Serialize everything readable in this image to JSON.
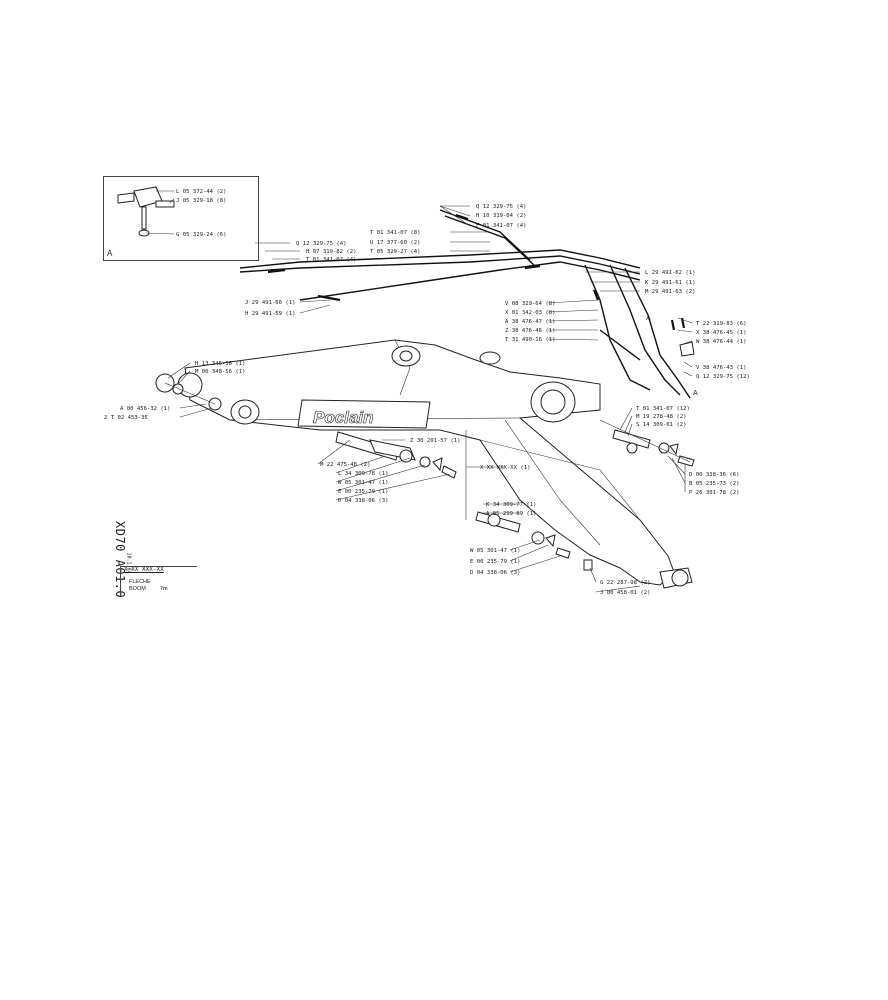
{
  "brand": "Poclain",
  "inset": {
    "mark": "A",
    "labels": [
      "L 05 372-44 (2)",
      "J 05 329-18 (8)",
      "G 05 329-24 (6)"
    ]
  },
  "title_block": {
    "code": "XD70 A01.0",
    "date": "10.1.84",
    "ref": "X XX XXX-XX",
    "name_fr": "FLECHE",
    "name_en": "BOOM",
    "size": "7m"
  },
  "callouts": {
    "hose_top": [
      "Q 12 329-75 (4)",
      "H 10 319-04 (2)",
      "F 01 341-07 (4)"
    ],
    "hose_mid": [
      "T 01 341-07 (8)",
      "U 17 377-60 (2)",
      "T 05 329-27 (4)"
    ],
    "hose_left": [
      "Q 12 329-75 (4)",
      "H 07 319-82 (2)",
      "T 01 341-07 (4)"
    ],
    "hose_pipes": [
      "J 29 491-60 (1)",
      "H 29 491-59 (1)"
    ],
    "right_pipes": [
      "L 29 491-62 (1)",
      "K 29 491-61 (1)",
      "M 29 491-63 (2)"
    ],
    "right_mid": [
      "V 08 329-64 (8)",
      "X 01 342-03 (8)",
      "A 38 476-47 (1)",
      "Z 38 476-46 (1)",
      "T 31 490-16 (1)"
    ],
    "right_far": [
      "T 22 319-83 (6)",
      "X 38 476-45 (1)",
      "W 38 476-44 (1)"
    ],
    "right_lower": [
      "V 38 476-43 (1)",
      "Q 12 329-75 (12)"
    ],
    "section_mark": "A",
    "pin_right": [
      "T 01 341-07 (12)",
      "M 19 278-48 (2)",
      "S 14 309-61 (2)"
    ],
    "bolt_right": [
      "D 00 338-36 (6)",
      "B 05 235-73 (2)",
      "P 26 301-78 (2)"
    ],
    "left_top": [
      "H 13 345-36 (1)",
      "M 00 348-56 (1)"
    ],
    "left_mid": [
      "A 00 456-32 (1)",
      "2 T 02 453-35"
    ],
    "pin_center": [
      "Z 30 201-57 (1)"
    ],
    "pin_center_parts": [
      "M 22 475-48 (2)",
      "L 34 309-78 (1)",
      "W 05 301-47 (1)",
      "E 00 235-79 (1)",
      "D 04 338-06 (3)"
    ],
    "boom_label": "X XX XXX-XX (1)",
    "pin_lower": [
      "K 34 309-77 (1)",
      "A 05 299 89 (1)"
    ],
    "pin_lower_parts": [
      "W 05 301-47 (1)",
      "E 00 235-79 (1)",
      "D 04 338-06 (3)"
    ],
    "tip_parts": [
      "G 22 287-98 (2)",
      "J 00 458-01 (2)"
    ]
  }
}
